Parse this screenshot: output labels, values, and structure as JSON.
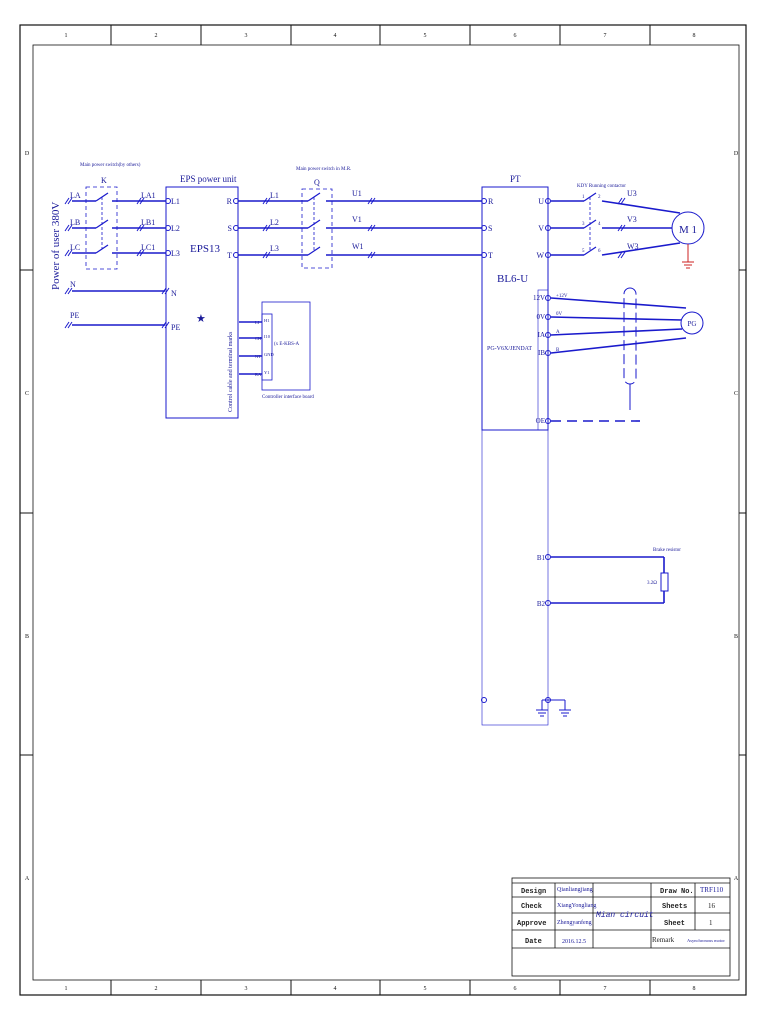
{
  "colors": {
    "frame": "#111111",
    "wire": "#1a1acc",
    "ink": "#1a1a99",
    "tb_text": "#222222"
  },
  "frame": {
    "col_labels": [
      "1",
      "2",
      "3",
      "4",
      "5",
      "6",
      "7",
      "8"
    ],
    "row_labels": [
      "D",
      "C",
      "B",
      "A"
    ]
  },
  "supply": {
    "title": "Power of user 380V",
    "phases": [
      "LA",
      "LB",
      "LC"
    ],
    "neutral": "N",
    "earth": "PE"
  },
  "switch_k": {
    "caption": "Main power switch(by others)",
    "label": "K",
    "out_labels": [
      "LA1",
      "LB1",
      "LC1"
    ]
  },
  "eps": {
    "title": "EPS power unit",
    "name": "EPS13",
    "inputs": [
      "L1",
      "L2",
      "L3",
      "N",
      "PE"
    ],
    "outputs": [
      "R",
      "S",
      "T"
    ],
    "side_label": "Control cable and terminal marks",
    "star": "★"
  },
  "interface_board": {
    "caption": "Controller interface board",
    "left_pins": [
      "LI",
      "CH",
      "NT",
      "RA"
    ],
    "right_pins": [
      "H1",
      "I10",
      "GND",
      "Y1"
    ],
    "model": "(x E-KBS-A"
  },
  "eps_out_wires": [
    "L1",
    "L2",
    "L3"
  ],
  "switch_q": {
    "caption": "Main power switch in M.R.",
    "label": "Q",
    "out_labels": [
      "U1",
      "V1",
      "W1"
    ]
  },
  "drive": {
    "title": "PT",
    "model": "BL6-U",
    "inputs": [
      "R",
      "S",
      "T"
    ],
    "outputs": [
      "U",
      "V",
      "W"
    ],
    "encoder_terminals": [
      "12V",
      "0V",
      "IA",
      "IB"
    ],
    "encoder_card": "PG-V6X/JENDAT",
    "shield_terminal": "OE",
    "brake_terminals": [
      "B1",
      "B2"
    ]
  },
  "contactor": {
    "caption": "KDY Running contactor",
    "pins": [
      "1",
      "2",
      "3",
      "4",
      "5",
      "6"
    ]
  },
  "motor": {
    "phases": [
      "U3",
      "V3",
      "W3"
    ],
    "label": "M 1"
  },
  "encoder": {
    "label": "PG",
    "signals": [
      "+12V",
      "0V",
      "A",
      "B"
    ]
  },
  "brake_resistor": {
    "caption": "Brake resistor",
    "value": "3.2Ω"
  },
  "title_block": {
    "rows": [
      {
        "label": "Design",
        "value": "Qianliangjiang"
      },
      {
        "label": "Check",
        "value": "XiangYongliang"
      },
      {
        "label": "Approve",
        "value": "Zhengyanfeng"
      },
      {
        "label": "Date",
        "value": "2016.12.5"
      }
    ],
    "title": "Mian circuit",
    "info": [
      {
        "label": "Draw No.",
        "value": "TRF110"
      },
      {
        "label": "Sheets",
        "value": "16"
      },
      {
        "label": "Sheet",
        "value": "1"
      },
      {
        "label": "Remark",
        "value": "Asynchronous motor"
      }
    ]
  }
}
